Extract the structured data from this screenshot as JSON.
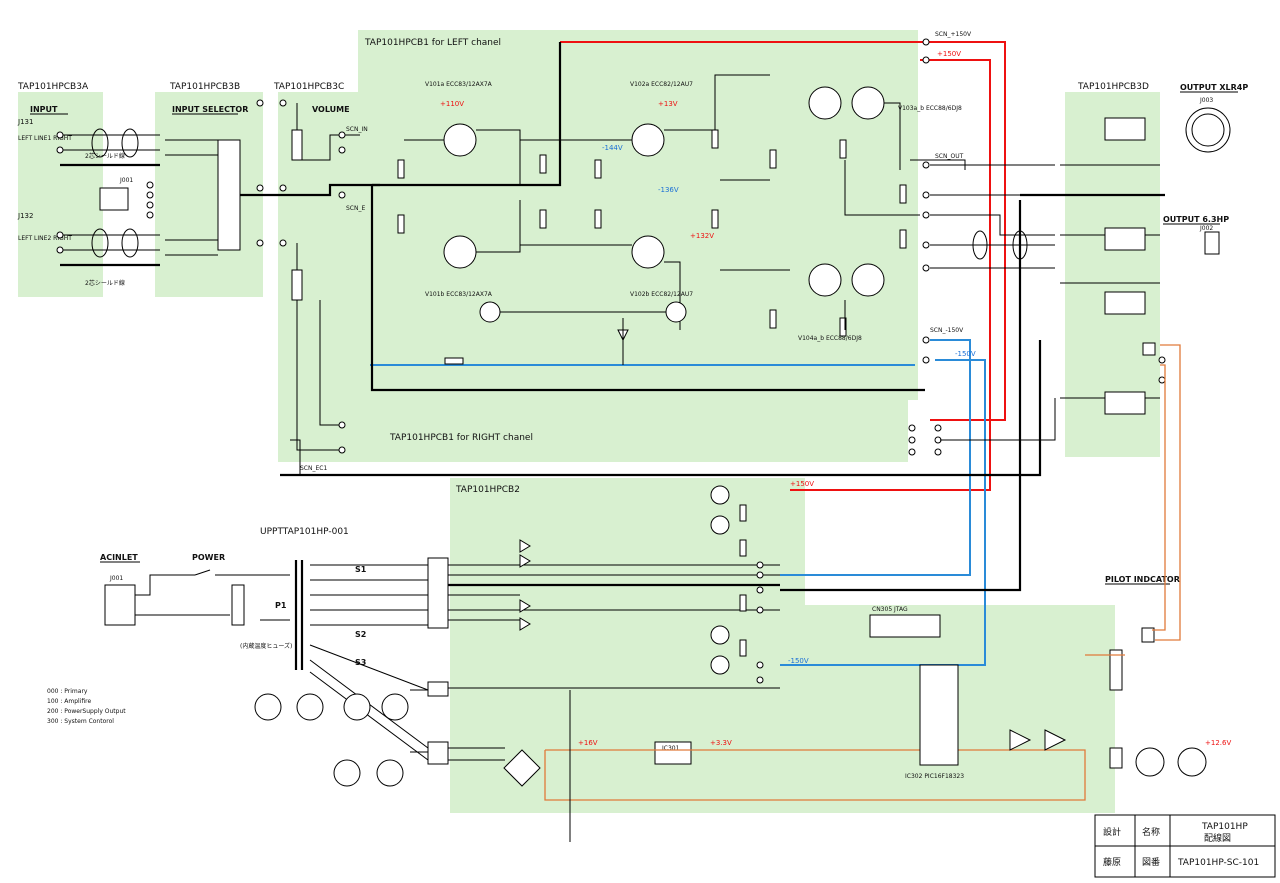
{
  "pcb_labels": {
    "b3a": "TAP101HPCB3A",
    "b3b": "TAP101HPCB3B",
    "b3c": "TAP101HPCB3C",
    "b3d": "TAP101HPCB3D",
    "b1_left": "TAP101HPCB1 for LEFT chanel",
    "b1_right": "TAP101HPCB1 for RIGHT chanel",
    "b2": "TAP101HPCB2",
    "upp": "UPPTTAP101HP-001"
  },
  "sections": {
    "input": "INPUT",
    "input_selector": "INPUT SELECTOR",
    "volume": "VOLUME",
    "acinlet": "ACINLET",
    "power": "POWER",
    "pilot": "PILOT INDCATOR",
    "output_xlr": "OUTPUT XLR4P",
    "output_63": "OUTPUT 6.3HP"
  },
  "connectors": {
    "j131": "J131",
    "j132": "J132",
    "line1": "LEFT LINE1 RIGHT",
    "line2": "LEFT LINE2 RIGHT",
    "j001": "J001",
    "j002": "J002",
    "j003": "J003",
    "shield1": "2芯シールド線",
    "shield2": "2芯シールド線"
  },
  "tubes": {
    "v101a": "V101a ECC83/12AX7A",
    "v101b": "V101b ECC83/12AX7A",
    "v102a": "V102a ECC82/12AU7",
    "v102b": "V102b ECC82/12AU7",
    "v103": "V103a_b ECC88/6DJ8",
    "v104": "V104a_b ECC88/6DJ8"
  },
  "signal_nets": {
    "scn_in": "SCN_IN",
    "scn_out": "SCN_OUT",
    "scn_e": "SCN_E",
    "scn_p150": "SCN_+150V",
    "scn_m150": "SCN_-150V",
    "scn_ec1": "SCN_EC1"
  },
  "voltages": {
    "p110": "+110V",
    "p150": "+150V",
    "m150": "-150V",
    "m144": "-144V",
    "m136": "-136V",
    "p132": "+132V",
    "p13": "+13V",
    "p16": "+16V",
    "p33": "+3.3V",
    "p126": "+12.6V"
  },
  "transformer": {
    "p1": "P1",
    "s1": "S1",
    "s2": "S2",
    "s3": "S3",
    "fuse_note": "(内蔵温度ヒューズ)"
  },
  "legend": [
    "000 : Primary",
    "100 : Amplifire",
    "200 : PowerSupply Output",
    "300 : System Contorol"
  ],
  "ic": {
    "ic301": "IC301",
    "ic302": "IC302 PIC16F18323",
    "cn305": "CN305 JTAG"
  },
  "title_block": {
    "design_label": "設計",
    "name_label": "名称",
    "product": "TAP101HP",
    "drawing_name": "配線図",
    "designer": "藤原",
    "number_label": "図番",
    "number": "TAP101HP-SC-101"
  },
  "colors": {
    "pcb_green": "#d8f0d0",
    "wire_red": "#e11111",
    "wire_blue": "#2a8bd8",
    "wire_orange": "#e07a3a"
  }
}
